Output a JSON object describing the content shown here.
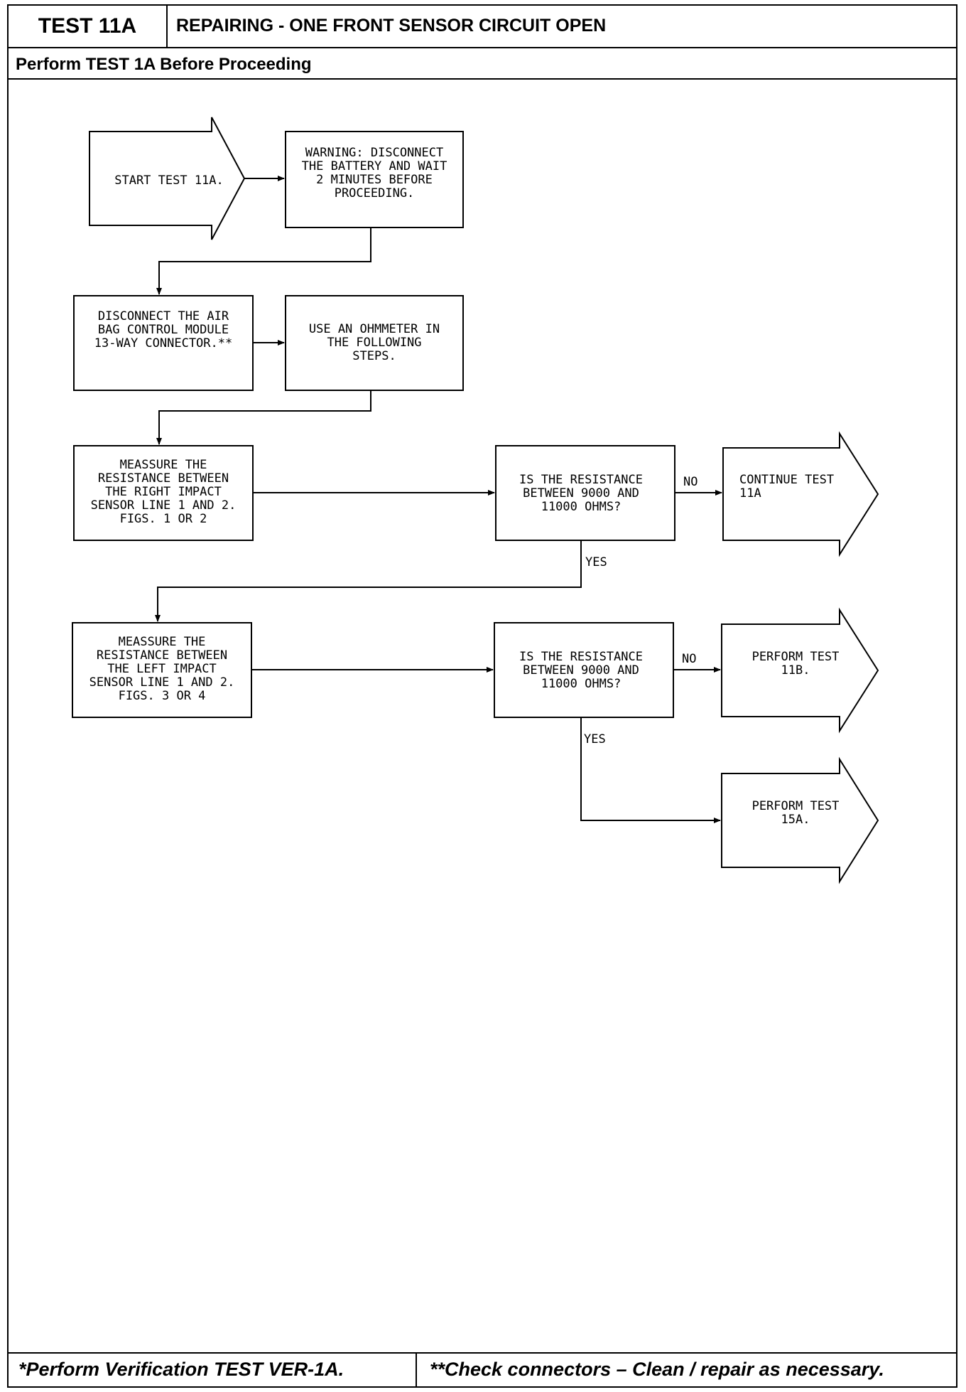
{
  "header": {
    "test_id": "TEST 11A",
    "title": "REPAIRING - ONE FRONT SENSOR CIRCUIT OPEN",
    "prerequisite": "Perform TEST 1A Before Proceeding"
  },
  "flowchart": {
    "nodes": [
      {
        "id": "start",
        "shape": "arrow",
        "lines": [
          "START TEST 11A."
        ]
      },
      {
        "id": "warning",
        "shape": "box",
        "lines": [
          "WARNING: DISCONNECT",
          "THE BATTERY AND WAIT",
          "2 MINUTES BEFORE",
          "PROCEEDING."
        ]
      },
      {
        "id": "disconnect",
        "shape": "box",
        "lines": [
          "DISCONNECT THE AIR",
          "BAG CONTROL MODULE",
          "13-WAY CONNECTOR.**"
        ]
      },
      {
        "id": "ohmmeter",
        "shape": "box",
        "lines": [
          "USE AN OHMMETER IN",
          "THE FOLLOWING",
          "STEPS."
        ]
      },
      {
        "id": "measure-right",
        "shape": "box",
        "lines": [
          "MEASSURE THE",
          "RESISTANCE BETWEEN",
          "THE RIGHT IMPACT",
          "SENSOR LINE 1 AND 2.",
          "FIGS. 1 OR 2"
        ]
      },
      {
        "id": "q-right",
        "shape": "box",
        "lines": [
          "IS THE RESISTANCE",
          "BETWEEN 9000 AND",
          "11000 OHMS?"
        ]
      },
      {
        "id": "continue",
        "shape": "arrow",
        "lines": [
          "CONTINUE TEST",
          "11A"
        ]
      },
      {
        "id": "measure-left",
        "shape": "box",
        "lines": [
          "MEASSURE THE",
          "RESISTANCE BETWEEN",
          "THE LEFT IMPACT",
          "SENSOR LINE 1 AND 2.",
          "FIGS. 3 OR 4"
        ]
      },
      {
        "id": "q-left",
        "shape": "box",
        "lines": [
          "IS THE RESISTANCE",
          "BETWEEN 9000 AND",
          "11000 OHMS?"
        ]
      },
      {
        "id": "test-11b",
        "shape": "arrow",
        "lines": [
          "PERFORM TEST",
          "11B."
        ]
      },
      {
        "id": "test-15a",
        "shape": "arrow",
        "lines": [
          "PERFORM TEST",
          "15A."
        ]
      }
    ],
    "edges": [
      {
        "from": "start",
        "to": "warning",
        "label": ""
      },
      {
        "from": "warning",
        "to": "disconnect",
        "label": ""
      },
      {
        "from": "disconnect",
        "to": "ohmmeter",
        "label": ""
      },
      {
        "from": "ohmmeter",
        "to": "measure-right",
        "label": ""
      },
      {
        "from": "measure-right",
        "to": "q-right",
        "label": ""
      },
      {
        "from": "q-right",
        "to": "continue",
        "label": "NO"
      },
      {
        "from": "q-right",
        "to": "measure-left",
        "label": "YES"
      },
      {
        "from": "measure-left",
        "to": "q-left",
        "label": ""
      },
      {
        "from": "q-left",
        "to": "test-11b",
        "label": "NO"
      },
      {
        "from": "q-left",
        "to": "test-15a",
        "label": "YES"
      }
    ]
  },
  "footer": {
    "left": "*Perform Verification TEST VER-1A.",
    "right": "**Check connectors – Clean / repair as necessary."
  }
}
